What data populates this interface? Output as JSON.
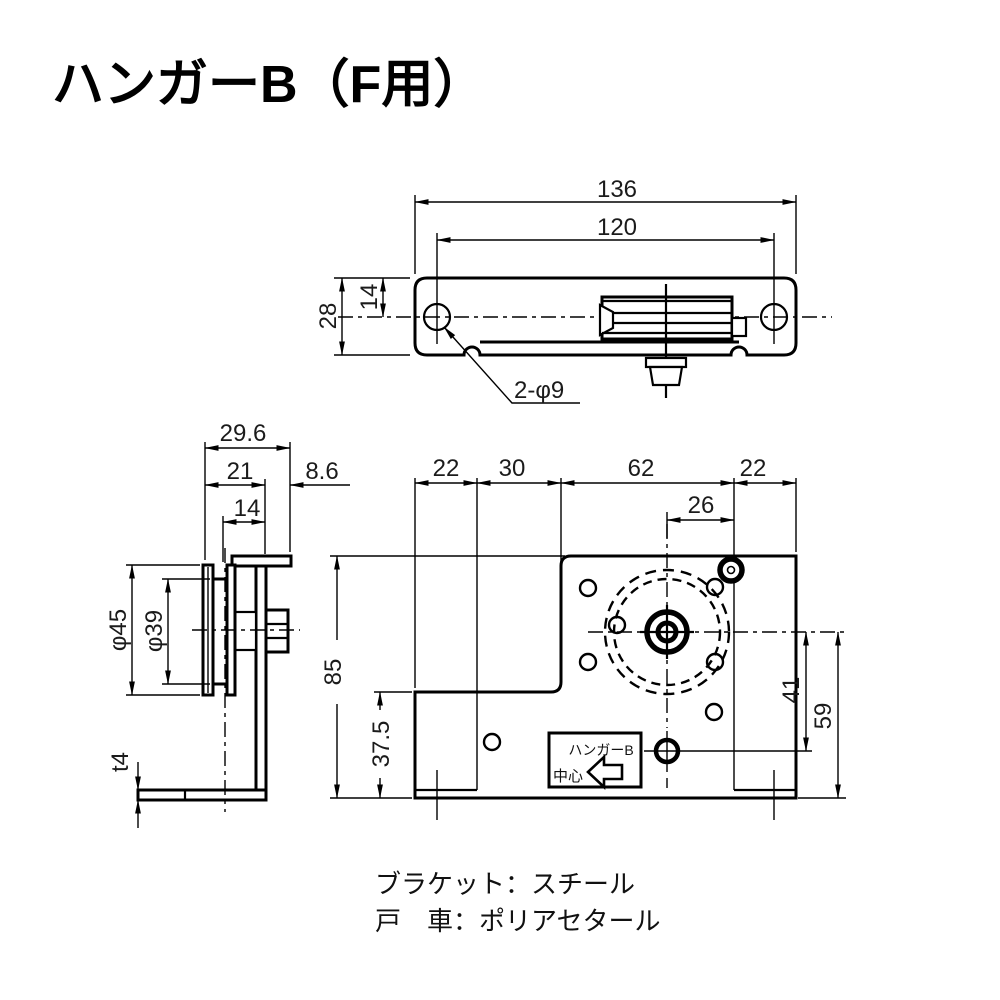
{
  "title": "ハンガーB（F用）",
  "colors": {
    "line": "#000000",
    "text": "#1b1b1b",
    "background": "#ffffff"
  },
  "top_view": {
    "dims": {
      "overall_width": "136",
      "hole_pitch": "120",
      "depth": "28",
      "center_offset": "14",
      "hole_note": "2-φ9"
    }
  },
  "side_view": {
    "dims": {
      "overall_thickness": "29.6",
      "roller_to_plate": "21",
      "nut_protrusion": "8.6",
      "roller_width": "14",
      "outer_diameter": "φ45",
      "groove_diameter": "φ39",
      "plate_thickness": "t4"
    }
  },
  "front_view": {
    "dims": {
      "segments": [
        "22",
        "30",
        "62",
        "22"
      ],
      "center_to_line": "26",
      "overall_height": "85",
      "step_height": "37.5",
      "center_to_hole": "41",
      "center_to_bottom": "59"
    },
    "label_box": {
      "line1": "ハンガーB",
      "line2": "中心"
    }
  },
  "notes": {
    "bracket": "ブラケット：スチール",
    "roller": "戸　車：ポリアセタール"
  }
}
